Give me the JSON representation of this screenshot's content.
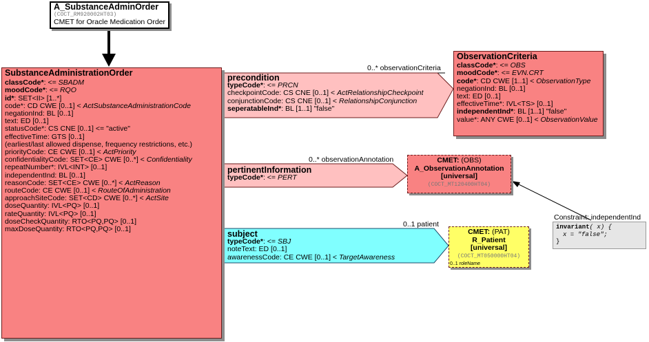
{
  "entry_point": {
    "title": "A_SubstanceAdminOrder",
    "id": "(COCT_RM920002HT03)",
    "subtitle": "CMET for Oracle Medication Order"
  },
  "main_class": {
    "title": "SubstanceAdministrationOrder",
    "attributes": [
      {
        "name": "classCode*",
        "rest": ": <= ",
        "it": "SBADM",
        "bold": true
      },
      {
        "name": "moodCode*",
        "rest": ": <= ",
        "it": "RQO",
        "bold": true
      },
      {
        "name": "id*",
        "rest": ": SET<II> [1..*]",
        "it": "",
        "bold": true
      },
      {
        "name": "code*",
        "rest": ": CD CWE [0..1] < ",
        "it": "ActSubstanceAdministrationCode",
        "bold": false
      },
      {
        "name": "negationInd",
        "rest": ": BL [0..1]",
        "it": "",
        "bold": false
      },
      {
        "name": "text",
        "rest": ": ED [0..1]",
        "it": "",
        "bold": false
      },
      {
        "name": "statusCode*",
        "rest": ": CS CNE [0..1] <= \"active\"",
        "it": "",
        "bold": false
      },
      {
        "name": "effectiveTime",
        "rest": ": GTS [0..1]",
        "it": "",
        "bold": false
      },
      {
        "name": "",
        "rest": " (earliest/last allowed dispense, frequency restrictions, etc.)",
        "it": "",
        "bold": false
      },
      {
        "name": "priorityCode",
        "rest": ": CE CWE [0..1] < ",
        "it": "ActPriority",
        "bold": false
      },
      {
        "name": "confidentialityCode",
        "rest": ": SET<CE> CWE [0..*] < ",
        "it": "Confidentiality",
        "bold": false
      },
      {
        "name": "repeatNumber*",
        "rest": ": IVL<INT> [0..1]",
        "it": "",
        "bold": false
      },
      {
        "name": "independentInd",
        "rest": ": BL [0..1]",
        "it": "",
        "bold": false
      },
      {
        "name": "reasonCode",
        "rest": ": SET<CE> CWE [0..*] < ",
        "it": "ActReason",
        "bold": false
      },
      {
        "name": "routeCode",
        "rest": ": CE CWE [0..1] < ",
        "it": "RouteOfAdministration",
        "bold": false
      },
      {
        "name": "approachSiteCode",
        "rest": ": SET<CD> CWE [0..*] < ",
        "it": "ActSite",
        "bold": false
      },
      {
        "name": "doseQuantity",
        "rest": ": IVL<PQ> [0..1]",
        "it": "",
        "bold": false
      },
      {
        "name": "rateQuantity",
        "rest": ": IVL<PQ> [0..1]",
        "it": "",
        "bold": false
      },
      {
        "name": "doseCheckQuantity",
        "rest": ": RTO<PQ,PQ> [0..1]",
        "it": "",
        "bold": false
      },
      {
        "name": "maxDoseQuantity",
        "rest": ": RTO<PQ,PQ> [0..1]",
        "it": "",
        "bold": false
      }
    ]
  },
  "precondition": {
    "title": "precondition",
    "role": "0..* observationCriteria",
    "attributes": [
      {
        "name": "typeCode*",
        "rest": ": <= ",
        "it": "PRCN",
        "bold": true
      },
      {
        "name": "checkpointCode",
        "rest": ": CS CNE [0..1] < ",
        "it": "ActRelationshipCheckpoint",
        "bold": false
      },
      {
        "name": "conjunctionCode",
        "rest": ": CS CNE [0..1] < ",
        "it": "RelationshipConjunction",
        "bold": false
      },
      {
        "name": "seperatableInd*",
        "rest": ": BL [1..1] \"false\"",
        "it": "",
        "bold": true
      }
    ],
    "color": "#ffc0c0"
  },
  "observation_criteria": {
    "title": "ObservationCriteria",
    "attributes": [
      {
        "name": "classCode*",
        "rest": ": <= ",
        "it": "OBS",
        "bold": true
      },
      {
        "name": "moodCode*",
        "rest": ": <= ",
        "it": "EVN.CRT",
        "bold": true
      },
      {
        "name": "code*",
        "rest": ": CD CWE [1..1] < ",
        "it": "ObservationType",
        "bold": true
      },
      {
        "name": "negationInd",
        "rest": ": BL [0..1]",
        "it": "",
        "bold": false
      },
      {
        "name": "text",
        "rest": ": ED [0..1]",
        "it": "",
        "bold": false
      },
      {
        "name": "effectiveTime*",
        "rest": ": IVL<TS> [0..1]",
        "it": "",
        "bold": false
      },
      {
        "name": "independentInd*",
        "rest": ": BL [1..1] \"false\"",
        "it": "",
        "bold": true
      },
      {
        "name": "value*",
        "rest": ": ANY CWE [0..1] < ",
        "it": "ObservationValue",
        "bold": false
      }
    ]
  },
  "pertinent_information": {
    "title": "pertinentInformation",
    "role": "0..* observationAnnotation",
    "attributes": [
      {
        "name": "typeCode*",
        "rest": ": <= ",
        "it": "PERT",
        "bold": true
      }
    ],
    "color": "#ffc0c0"
  },
  "cmet_obs": {
    "line1_bold": "CMET:",
    "line1_rest": " (OBS)",
    "name": "A_ObservationAnnotation",
    "flavor": "[universal]",
    "id": "(COCT_MT120400HT04)"
  },
  "subject": {
    "title": "subject",
    "role": "0..1 patient",
    "attributes": [
      {
        "name": "typeCode*",
        "rest": ": <= ",
        "it": "SBJ",
        "bold": true
      },
      {
        "name": "noteText",
        "rest": ": ED [0..1]",
        "it": "",
        "bold": false
      },
      {
        "name": "awarenessCode",
        "rest": ": CE CWE [0..1] < ",
        "it": "TargetAwareness",
        "bold": false
      }
    ],
    "color": "#80ffff"
  },
  "cmet_pat": {
    "line1_bold": "CMET:",
    "line1_rest": " (PAT)",
    "name": "R_Patient",
    "flavor": "[universal]",
    "id": "(COCT_MT050000HT04)",
    "role_name": "0..1 roleName"
  },
  "constraint": {
    "title": "Constraint: independentInd",
    "code_kw": "invariant",
    "code_arg": "( x) {",
    "code_body": "x = \"false\";",
    "code_end": "}"
  }
}
